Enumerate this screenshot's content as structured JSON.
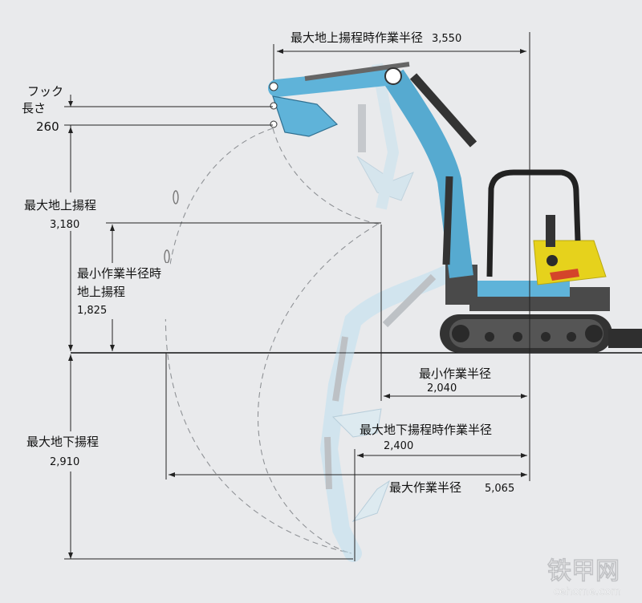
{
  "labels": {
    "max_reach_ground_title": "最大地上揚程時作業半径",
    "max_reach_ground_value": "3,550",
    "hook_title_1": "フック",
    "hook_title_2": "長さ",
    "hook_value": "260",
    "max_height_title": "最大地上揚程",
    "max_height_value": "3,180",
    "min_radius_height_title_1": "最小作業半径時",
    "min_radius_height_title_2": "地上揚程",
    "min_radius_height_value": "1,825",
    "min_radius_title": "最小作業半径",
    "min_radius_value": "2,040",
    "max_depth_radius_title": "最大地下揚程時作業半径",
    "max_depth_radius_value": "2,400",
    "max_radius_title": "最大作業半径",
    "max_radius_value": "5,065",
    "max_depth_title": "最大地下揚程",
    "max_depth_value": "2,910",
    "watermark_cn": "铁甲网",
    "watermark_url": "cehome.com"
  },
  "colors": {
    "background": "#e9eaec",
    "arm_blue": "#5fb3d9",
    "arm_light": "#bfe0f0",
    "cab_yellow": "#e6d21c",
    "track_dark": "#333333"
  }
}
